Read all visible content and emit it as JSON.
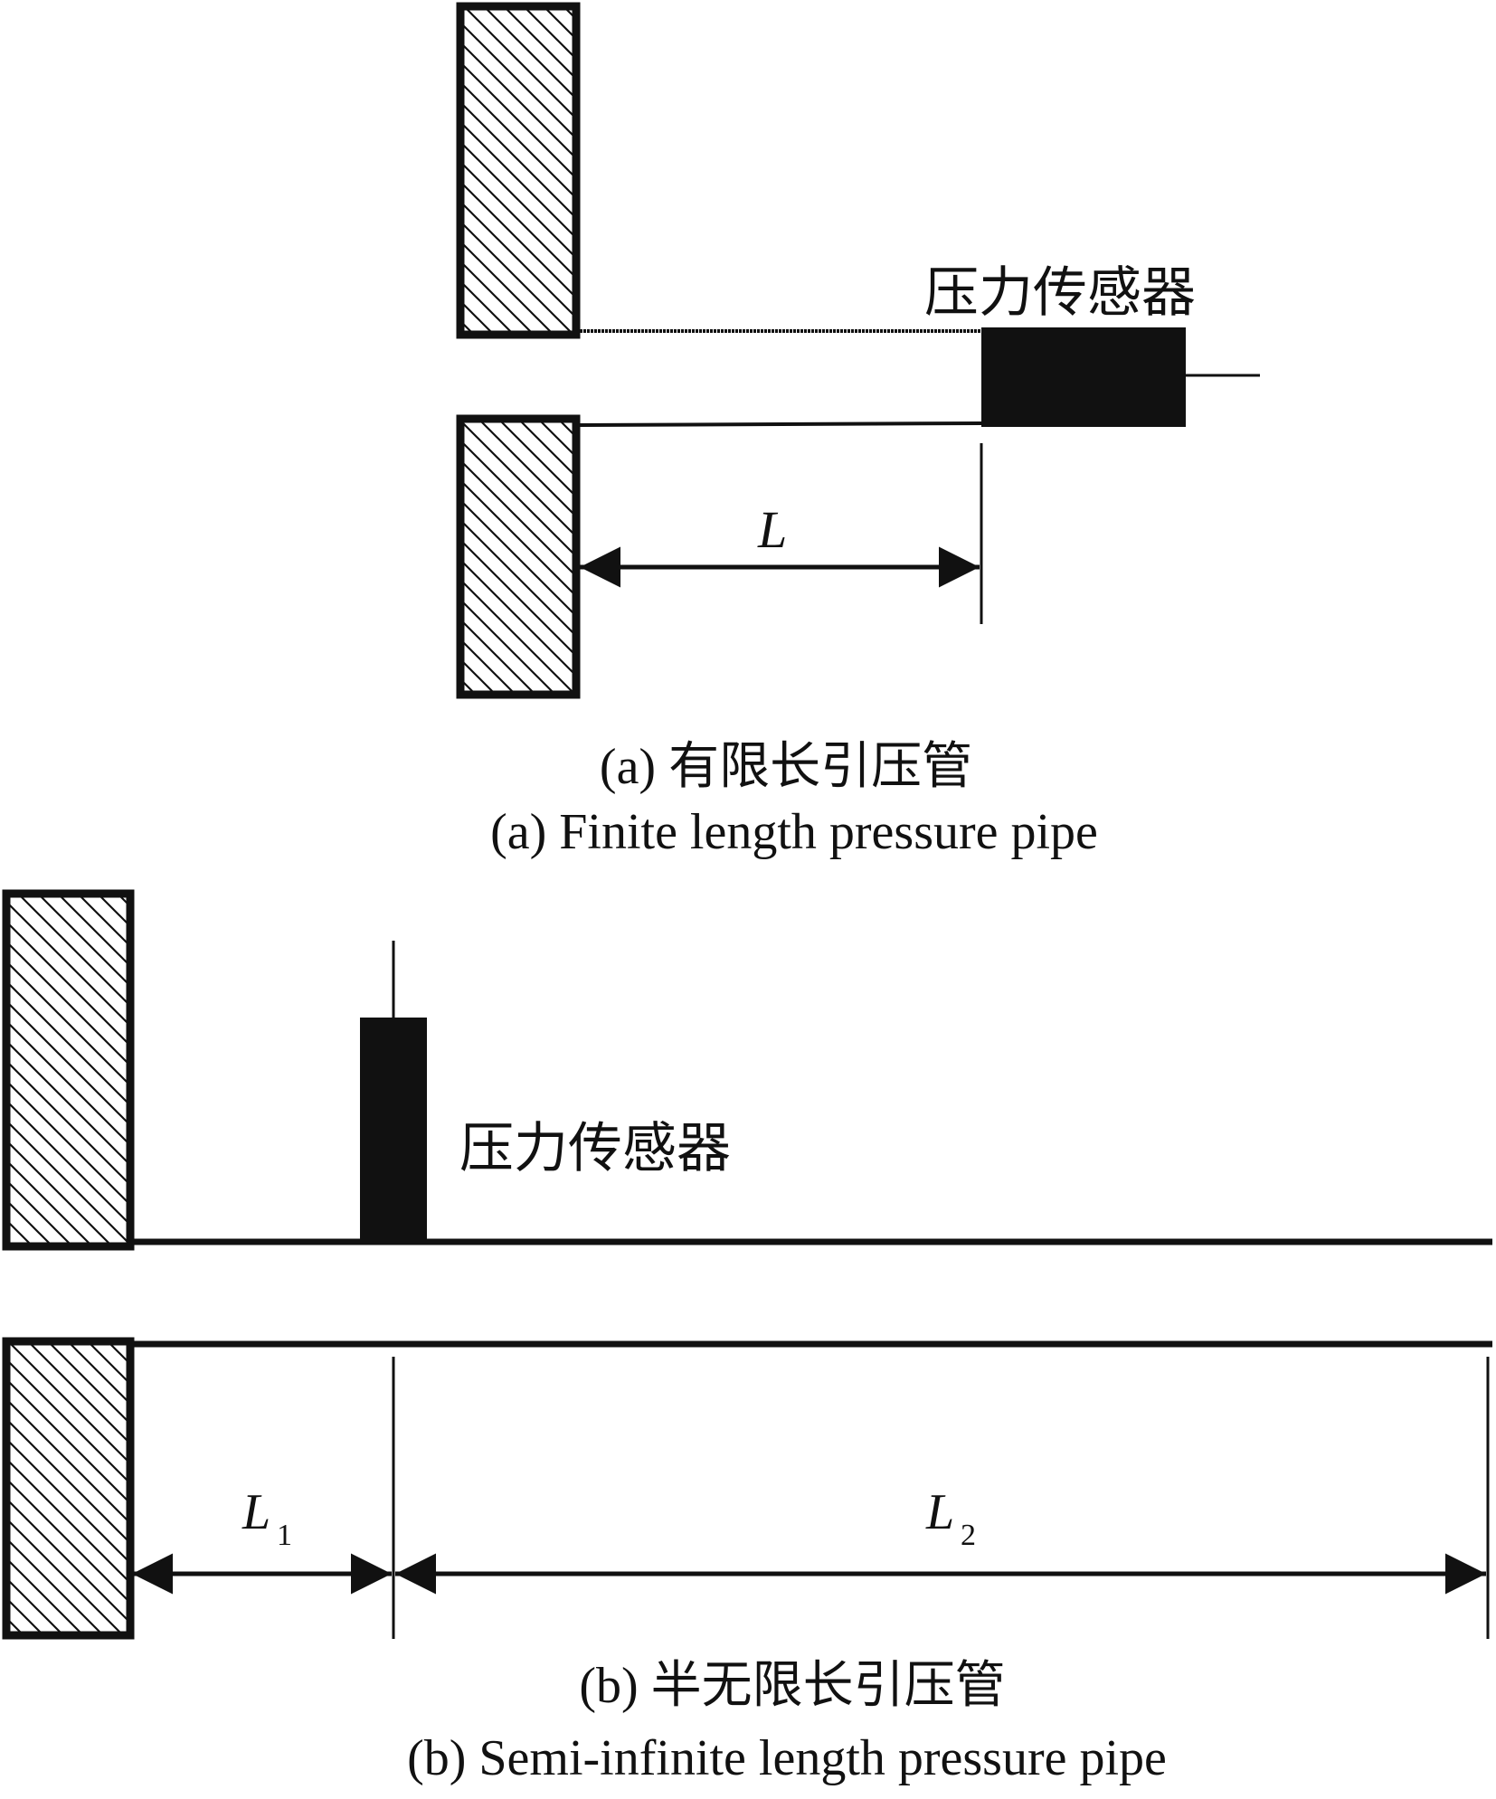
{
  "panel_a": {
    "sensor_label": "压力传感器",
    "dimension_label": "L",
    "caption_cn": "(a) 有限长引压管",
    "caption_en": "(a) Finite length pressure pipe"
  },
  "panel_b": {
    "sensor_label": "压力传感器",
    "dimension_1_var": "L",
    "dimension_1_sub": "1",
    "dimension_2_var": "L",
    "dimension_2_sub": "2",
    "caption_cn": "(b) 半无限长引压管",
    "caption_en": "(b) Semi-infinite length pressure pipe"
  },
  "colors": {
    "ink": "#111111",
    "background": "#ffffff"
  }
}
